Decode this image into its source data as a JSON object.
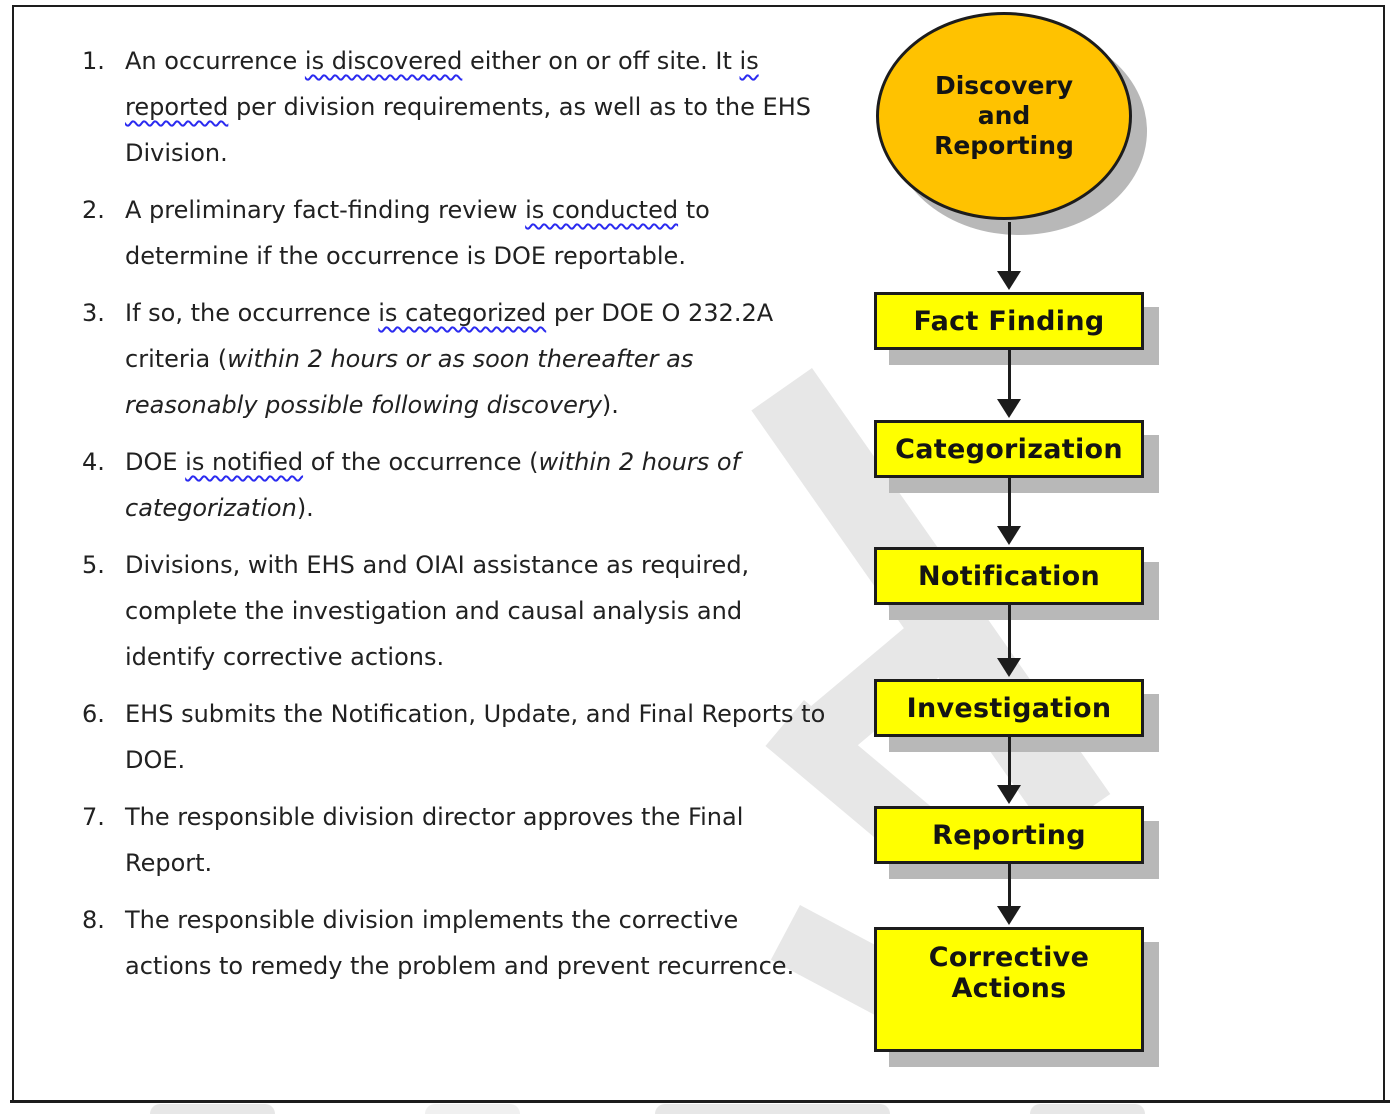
{
  "figure": {
    "list": {
      "items": [
        {
          "number": "1.",
          "segments": [
            {
              "text": "An occurrence ",
              "style": "normal"
            },
            {
              "text": "is discovered",
              "style": "squiggle"
            },
            {
              "text": " either on or off site. It ",
              "style": "normal"
            },
            {
              "text": "is reported",
              "style": "squiggle"
            },
            {
              "text": " per division requirements, as well as to the EHS Division.",
              "style": "normal"
            }
          ]
        },
        {
          "number": "2.",
          "segments": [
            {
              "text": "A preliminary fact-finding review ",
              "style": "normal"
            },
            {
              "text": "is conducted",
              "style": "squiggle"
            },
            {
              "text": " to determine if the occurrence is DOE reportable.",
              "style": "normal"
            }
          ]
        },
        {
          "number": "3.",
          "segments": [
            {
              "text": "If so, the occurrence ",
              "style": "normal"
            },
            {
              "text": "is categorized",
              "style": "squiggle"
            },
            {
              "text": " per DOE O 232.2A criteria (",
              "style": "normal"
            },
            {
              "text": "within 2 hours or as soon thereafter as reasonably possible following discovery",
              "style": "italic"
            },
            {
              "text": ").",
              "style": "normal"
            }
          ]
        },
        {
          "number": "4.",
          "segments": [
            {
              "text": "DOE ",
              "style": "normal"
            },
            {
              "text": "is notified",
              "style": "squiggle"
            },
            {
              "text": " of the occurrence (",
              "style": "normal"
            },
            {
              "text": "within 2 hours of categorization",
              "style": "italic"
            },
            {
              "text": ").",
              "style": "normal"
            }
          ]
        },
        {
          "number": "5.",
          "segments": [
            {
              "text": "Divisions, with EHS and OIAI assistance as required, complete the investigation and causal analysis and identify corrective actions.",
              "style": "normal"
            }
          ]
        },
        {
          "number": "6.",
          "segments": [
            {
              "text": "EHS submits the Notification, Update, and Final Reports to DOE.",
              "style": "normal"
            }
          ]
        },
        {
          "number": "7.",
          "segments": [
            {
              "text": "The responsible division director approves the Final Report.",
              "style": "normal"
            }
          ]
        },
        {
          "number": "8.",
          "segments": [
            {
              "text": "The responsible division implements the corrective actions to remedy the problem and prevent recurrence.",
              "style": "normal"
            }
          ]
        }
      ]
    },
    "flowchart": {
      "start": {
        "label": "Discovery\nand\nReporting"
      },
      "steps": [
        {
          "label": "Fact Finding"
        },
        {
          "label": "Categorization"
        },
        {
          "label": "Notification"
        },
        {
          "label": "Investigation"
        },
        {
          "label": "Reporting"
        },
        {
          "label": "Corrective\nActions"
        }
      ]
    },
    "colors": {
      "start_node_fill": "#ffc200",
      "step_box_fill": "#ffff00",
      "shape_border": "#1c1c1c",
      "drop_shadow": "#b8b8b8",
      "squiggle_underline": "#2b2bf0",
      "watermark_gray": "#e7e7e7",
      "frame_border": "#1d1d1d"
    }
  }
}
